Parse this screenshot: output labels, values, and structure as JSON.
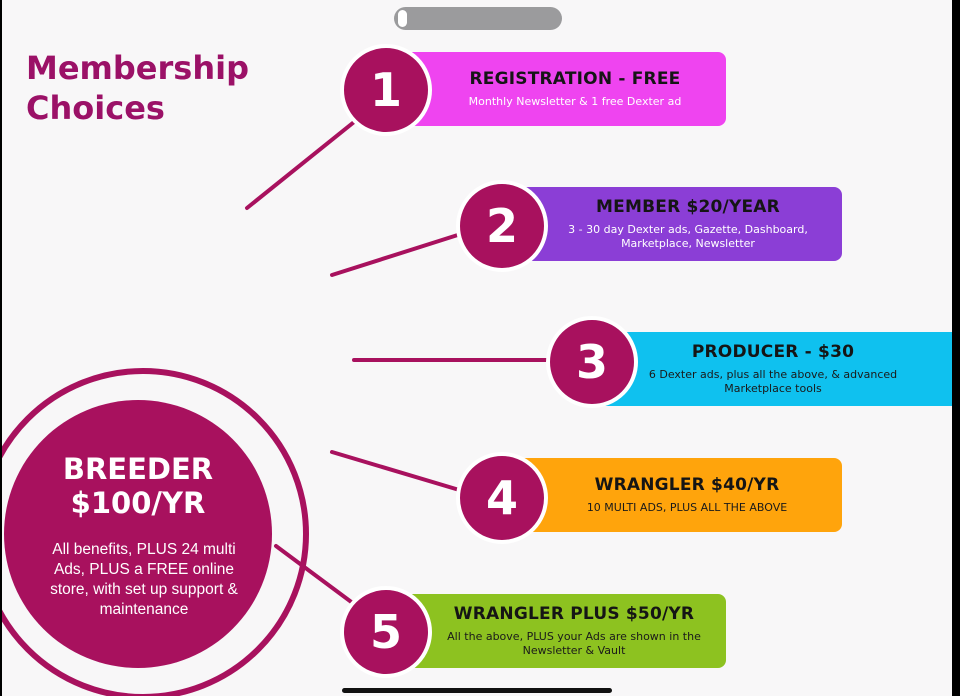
{
  "title": {
    "line1": "Membership",
    "line2": "Choices"
  },
  "tiers": [
    {
      "number": "1",
      "name": "REGISTRATION - FREE",
      "description": "Monthly Newsletter & 1 free Dexter ad",
      "color": "#ef44f0",
      "desc_color": "#ffffff"
    },
    {
      "number": "2",
      "name": "MEMBER $20/YEAR",
      "description": "3 - 30 day Dexter ads, Gazette, Dashboard, Marketplace, Newsletter",
      "color": "#8b3ed6",
      "desc_color": "#ffffff"
    },
    {
      "number": "3",
      "name": "PRODUCER - $30",
      "description": "6 Dexter ads, plus all the above, & advanced Marketplace tools",
      "color": "#0fc1ef",
      "desc_color": "#1a1a1a"
    },
    {
      "number": "4",
      "name": "WRANGLER $40/YR",
      "description": "10 MULTI ADS, PLUS ALL THE ABOVE",
      "color": "#ffa40c",
      "desc_color": "#1a1a1a"
    },
    {
      "number": "5",
      "name": "WRANGLER PLUS $50/YR",
      "description": "All the above, PLUS your Ads are shown in the Newsletter & Vault",
      "color": "#8dc220",
      "desc_color": "#1a1a1a"
    }
  ],
  "breeder": {
    "title_line1": "BREEDER",
    "title_line2": "$100/YR",
    "description": "All benefits, PLUS 24 multi Ads, PLUS a FREE online store, with set up support & maintenance"
  },
  "colors": {
    "accent": "#a8115e",
    "title": "#9b1167",
    "background": "#f8f7f8"
  }
}
